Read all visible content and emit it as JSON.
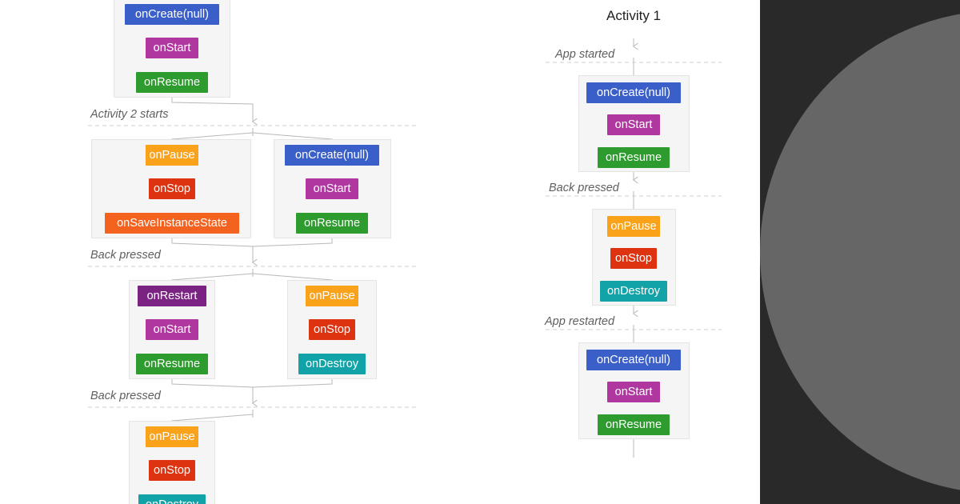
{
  "figure": {
    "kind": "android-activity-lifecycle-flow-diagram",
    "background_color": "#ffffff"
  },
  "palette": {
    "onCreate": "#3a5fc8",
    "onStart": "#b0379f",
    "onResume": "#2d9b2d",
    "onPause": "#f9a21a",
    "onStop": "#dd3311",
    "onSaveInstanceState": "#f4621f",
    "onDestroy": "#11a3a8",
    "onRestart": "#7b2382",
    "group_fill": "#f5f5f5",
    "group_border": "#e4e4e4",
    "connector": "#b8b8b8",
    "label_text": "#5f5f5f",
    "title_text": "#1f1f1f",
    "panel_dark": "#292929",
    "panel_circle": "#666666"
  },
  "left_column": {
    "title": "",
    "groups": [
      {
        "id": "l-g1",
        "nodes": [
          {
            "label": "onCreate(null)",
            "color_key": "onCreate"
          },
          {
            "label": "onStart",
            "color_key": "onStart"
          },
          {
            "label": "onResume",
            "color_key": "onResume"
          }
        ]
      },
      {
        "id": "l-g2a",
        "nodes": [
          {
            "label": "onPause",
            "color_key": "onPause"
          },
          {
            "label": "onStop",
            "color_key": "onStop"
          },
          {
            "label": "onSaveInstanceState",
            "color_key": "onSaveInstanceState"
          }
        ]
      },
      {
        "id": "l-g2b",
        "nodes": [
          {
            "label": "onCreate(null)",
            "color_key": "onCreate"
          },
          {
            "label": "onStart",
            "color_key": "onStart"
          },
          {
            "label": "onResume",
            "color_key": "onResume"
          }
        ]
      },
      {
        "id": "l-g3a",
        "nodes": [
          {
            "label": "onRestart",
            "color_key": "onRestart"
          },
          {
            "label": "onStart",
            "color_key": "onStart"
          },
          {
            "label": "onResume",
            "color_key": "onResume"
          }
        ]
      },
      {
        "id": "l-g3b",
        "nodes": [
          {
            "label": "onPause",
            "color_key": "onPause"
          },
          {
            "label": "onStop",
            "color_key": "onStop"
          },
          {
            "label": "onDestroy",
            "color_key": "onDestroy"
          }
        ]
      },
      {
        "id": "l-g4",
        "nodes": [
          {
            "label": "onPause",
            "color_key": "onPause"
          },
          {
            "label": "onStop",
            "color_key": "onStop"
          },
          {
            "label": "onDestroy",
            "color_key": "onDestroy"
          }
        ]
      }
    ],
    "transitions": [
      {
        "id": "l-t1",
        "label": "Activity 2 starts"
      },
      {
        "id": "l-t2",
        "label": "Back pressed"
      },
      {
        "id": "l-t3",
        "label": "Back pressed"
      }
    ]
  },
  "right_column": {
    "title": "Activity 1",
    "groups": [
      {
        "id": "r-g1",
        "nodes": [
          {
            "label": "onCreate(null)",
            "color_key": "onCreate"
          },
          {
            "label": "onStart",
            "color_key": "onStart"
          },
          {
            "label": "onResume",
            "color_key": "onResume"
          }
        ]
      },
      {
        "id": "r-g2",
        "nodes": [
          {
            "label": "onPause",
            "color_key": "onPause"
          },
          {
            "label": "onStop",
            "color_key": "onStop"
          },
          {
            "label": "onDestroy",
            "color_key": "onDestroy"
          }
        ]
      },
      {
        "id": "r-g3",
        "nodes": [
          {
            "label": "onCreate(null)",
            "color_key": "onCreate"
          },
          {
            "label": "onStart",
            "color_key": "onStart"
          },
          {
            "label": "onResume",
            "color_key": "onResume"
          }
        ]
      }
    ],
    "transitions": [
      {
        "id": "r-t1",
        "label": "App started"
      },
      {
        "id": "r-t2",
        "label": "Back pressed"
      },
      {
        "id": "r-t3",
        "label": "App restarted"
      }
    ]
  }
}
